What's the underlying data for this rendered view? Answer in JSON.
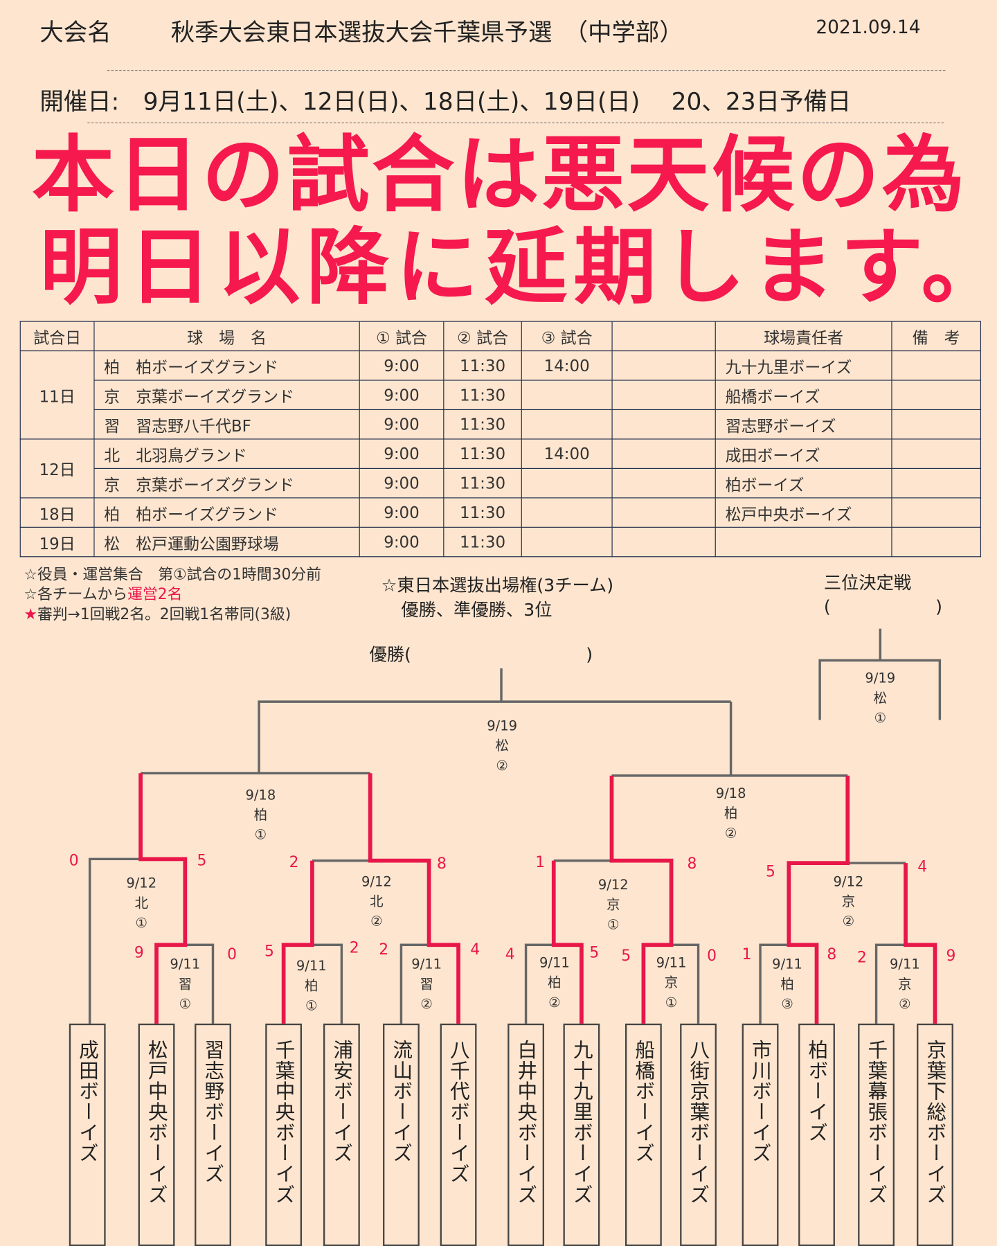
{
  "header": {
    "label": "大会名",
    "title": "秋季大会東日本選抜大会千葉県予選　（中学部）",
    "date": "2021.09.14",
    "schedule": "開催日:　9月11日(土)、12日(日)、18日(土)、19日(日)　 20、23日予備日"
  },
  "table": {
    "headers": [
      "試合日",
      "球　場　名",
      "① 試合",
      "② 試合",
      "③ 試合",
      "",
      "球場責任者",
      "備　考"
    ],
    "days": [
      "11日",
      "12日",
      "18日",
      "19日"
    ],
    "rows": [
      {
        "venue": "柏　柏ボーイズグランド",
        "g1": "9:00",
        "g2": "11:30",
        "g3": "14:00",
        "resp": "九十九里ボーイズ"
      },
      {
        "venue": "京　京葉ボーイズグランド",
        "g1": "9:00",
        "g2": "11:30",
        "g3": "",
        "resp": "船橋ボーイズ"
      },
      {
        "venue": "習　習志野八千代BF",
        "g1": "9:00",
        "g2": "11:30",
        "g3": "",
        "resp": "習志野ボーイズ"
      },
      {
        "venue": "北　北羽鳥グランド",
        "g1": "9:00",
        "g2": "11:30",
        "g3": "14:00",
        "resp": "成田ボーイズ"
      },
      {
        "venue": "京　京葉ボーイズグランド",
        "g1": "9:00",
        "g2": "11:30",
        "g3": "",
        "resp": "柏ボーイズ"
      },
      {
        "venue": "柏　柏ボーイズグランド",
        "g1": "9:00",
        "g2": "11:30",
        "g3": "",
        "resp": "松戸中央ボーイズ"
      },
      {
        "venue": "松　松戸運動公園野球場",
        "g1": "9:00",
        "g2": "11:30",
        "g3": "",
        "resp": ""
      }
    ]
  },
  "overlay": {
    "line1": "本日の試合は悪天候の為",
    "line2": "明日以降に延期します。"
  },
  "notes": {
    "n1": "☆役員・運営集合　第①試合の1時間30分前",
    "n2a": "☆各チームから",
    "n2b": "運営2名",
    "n3a": "★",
    "n3b": "審判→1回戦2名。2回戦1名帯同(3級)",
    "qual1": "☆東日本選抜出場権(3チーム)",
    "qual2": "優勝、準優勝、3位",
    "third": "三位決定戦",
    "third_paren": "(　　　　　　)",
    "champion": "優勝(　　　　　　　　　　)"
  },
  "teams": [
    "成田ボーイズ",
    "松戸中央ボーイズ",
    "習志野ボーイズ",
    "千葉中央ボーイズ",
    "浦安ボーイズ",
    "流山ボーイズ",
    "八千代ボーイズ",
    "白井中央ボーイズ",
    "九十九里ボーイズ",
    "船橋ボーイズ",
    "八街京葉ボーイズ",
    "市川ボーイズ",
    "柏ボーイズ",
    "千葉幕張ボーイズ",
    "京葉下総ボーイズ"
  ],
  "scores": [
    "0",
    "5",
    "9",
    "0",
    "2",
    "8",
    "5",
    "2",
    "2",
    "4",
    "1",
    "8",
    "4",
    "5",
    "5",
    "0",
    "5",
    "4",
    "1",
    "8",
    "2",
    "9"
  ],
  "matches": [
    {
      "d": "9/11",
      "v": "習",
      "n": "①"
    },
    {
      "d": "9/12",
      "v": "北",
      "n": "①"
    },
    {
      "d": "9/11",
      "v": "柏",
      "n": "①"
    },
    {
      "d": "9/11",
      "v": "習",
      "n": "②"
    },
    {
      "d": "9/12",
      "v": "北",
      "n": "②"
    },
    {
      "d": "9/18",
      "v": "柏",
      "n": "①"
    },
    {
      "d": "9/11",
      "v": "柏",
      "n": "②"
    },
    {
      "d": "9/11",
      "v": "京",
      "n": "①"
    },
    {
      "d": "9/12",
      "v": "京",
      "n": "①"
    },
    {
      "d": "9/12",
      "v": "京",
      "n": "②"
    },
    {
      "d": "9/18",
      "v": "柏",
      "n": "②"
    },
    {
      "d": "9/11",
      "v": "柏",
      "n": "③"
    },
    {
      "d": "9/11",
      "v": "京",
      "n": "②"
    },
    {
      "d": "9/19",
      "v": "松",
      "n": "②"
    },
    {
      "d": "9/19",
      "v": "松",
      "n": "①"
    }
  ],
  "colors": {
    "winner": "#e8174a",
    "background": "#fde5cf"
  }
}
